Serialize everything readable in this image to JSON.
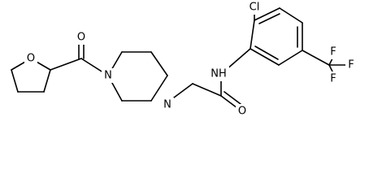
{
  "structure": {
    "atoms": {
      "o_ring": "O",
      "o_acyl": "O",
      "n_pip_left": "N",
      "n_pip_right": "N",
      "o_amide": "O",
      "nh_amide": "NH",
      "cl": "Cl",
      "f_top": "F",
      "f_right": "F",
      "f_bottom": "F"
    }
  }
}
